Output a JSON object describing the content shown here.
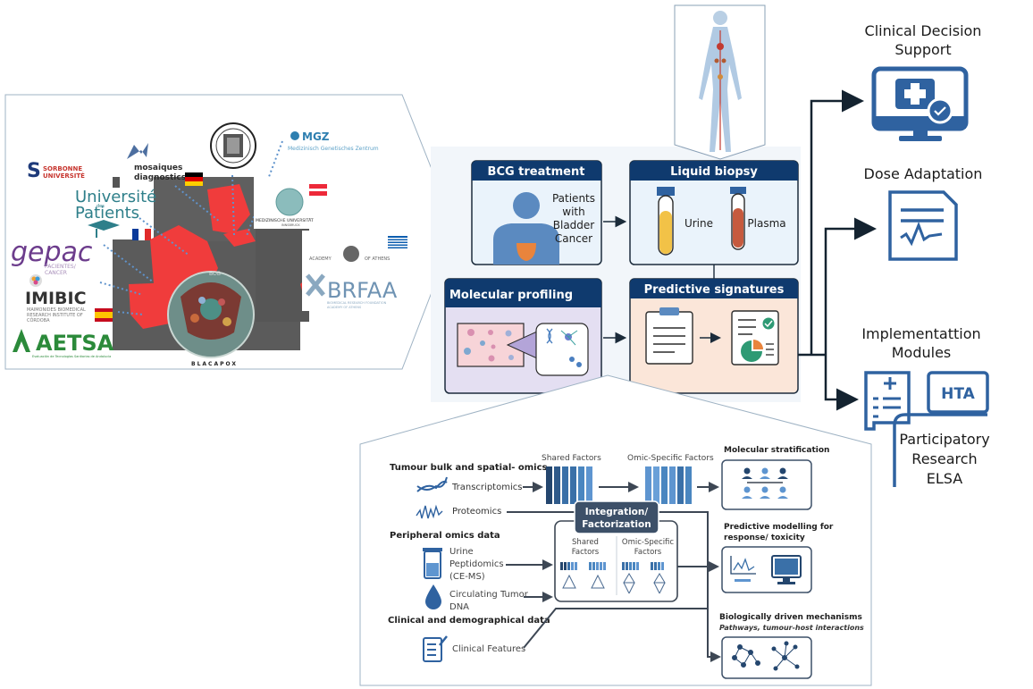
{
  "consortium_map": {
    "partners": [
      {
        "id": "sorbonne",
        "name": "SORBONNE",
        "sub": "UNIVERSITÉ"
      },
      {
        "id": "mosaiques",
        "name": "mosaiques",
        "sub": "diagnostics"
      },
      {
        "id": "universite-patients",
        "name": "Université",
        "sub": "Patients",
        "mini": "des"
      },
      {
        "id": "gepac",
        "name": "gepac",
        "sub": "PACIENTES/",
        "sub2": "CANCER"
      },
      {
        "id": "imibic",
        "name": "IMIBIC",
        "sub": "MAIMONIDES BIOMEDICAL",
        "sub2": "RESEARCH INSTITUTE OF",
        "sub3": "CÓRDOBA"
      },
      {
        "id": "aetsa",
        "name": "AETSA",
        "sub": "Evaluación de Tecnologías Sanitarias de Andalucía"
      },
      {
        "id": "mgz",
        "name": "MGZ",
        "sub": "Medizinisch Genetisches Zentrum"
      },
      {
        "id": "meduni",
        "name": "MEDIZINISCHE UNIVERSITÄT",
        "sub": "INNSBRUCK"
      },
      {
        "id": "academy-athens",
        "name": "ACADEMY",
        "sub": "OF ATHENS"
      },
      {
        "id": "brfaa",
        "name": "BRFAA",
        "sub": "BIOMEDICAL RESEARCH FOUNDATION",
        "sub2": "ACADEMY OF ATHENS"
      }
    ],
    "flags": [
      "Germany",
      "France",
      "Spain",
      "Austria",
      "Greece"
    ],
    "project_label": "BLACAPOX",
    "bcg_label": "BCG"
  },
  "workflow": {
    "bcg": {
      "title": "BCG treatment",
      "text": [
        "Patients",
        "with",
        "Bladder",
        "Cancer"
      ]
    },
    "liquid_biopsy": {
      "title": "Liquid biopsy",
      "urine": "Urine",
      "plasma": "Plasma"
    },
    "molecular_profiling": {
      "title": "Molecular profiling"
    },
    "predictive_signatures": {
      "title": "Predictive signatures"
    }
  },
  "outputs": {
    "cds": [
      "Clinical Decision",
      "Support"
    ],
    "dose": "Dose Adaptation",
    "impl": [
      "Implementattion",
      "Modules"
    ],
    "hta": "HTA",
    "participatory": [
      "Participatory",
      "Research",
      "ELSA"
    ]
  },
  "integration": {
    "tumour_header": "Tumour bulk and spatial- omics",
    "transcriptomics": "Transcriptomics",
    "proteomics": "Proteomics",
    "peripheral_header": "Peripheral omics data",
    "urine": [
      "Urine",
      "Peptidomics",
      "(CE-MS)"
    ],
    "ctdna": [
      "Circulating Tumor",
      "DNA"
    ],
    "clinical_header": "Clinical and demographical data",
    "clinical_features": "Clinical Features",
    "shared_factors": "Shared Factors",
    "omic_specific_factors": "Omic-Specific Factors",
    "integration_label": [
      "Integration/",
      "Factorization"
    ],
    "shared_inner": [
      "Shared",
      "Factors"
    ],
    "omic_inner": [
      "Omic-Specific",
      "Factors"
    ],
    "out_strat": "Molecular stratification",
    "out_pred": [
      "Predictive modelling for",
      "response/ toxicity"
    ],
    "out_bio": "Biologically driven mechanisms",
    "out_bio_sub": "Pathways, tumour-host interactions"
  },
  "colors": {
    "navy": "#0f3a6e",
    "blue": "#2f62a0",
    "light_blue": "#5e95d0",
    "red_map": "#f03c3c",
    "map_dark": "#5b5b5b",
    "bcg_bg": "#eaf3fb",
    "mol_bg": "#e4dff2",
    "pred_bg": "#fbe6d9"
  }
}
